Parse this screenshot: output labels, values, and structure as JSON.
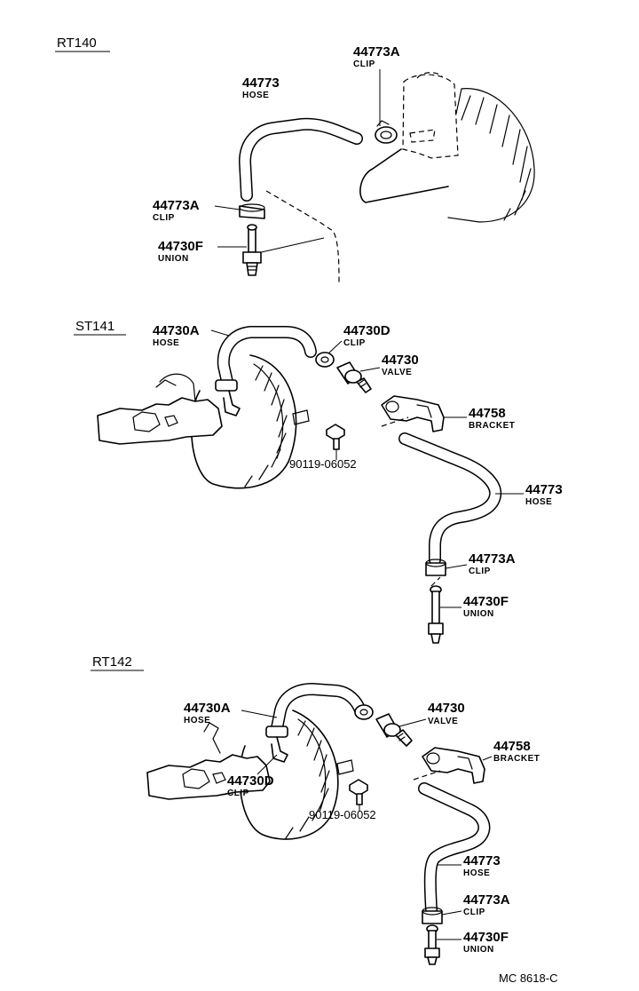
{
  "sections": [
    {
      "id": "rt140",
      "title": "RT140",
      "parts": [
        {
          "number": "44773A",
          "name": "CLIP"
        },
        {
          "number": "44773",
          "name": "HOSE"
        },
        {
          "number": "44773A",
          "name": "CLIP"
        },
        {
          "number": "44730F",
          "name": "UNION"
        }
      ]
    },
    {
      "id": "st141",
      "title": "ST141",
      "parts": [
        {
          "number": "44730A",
          "name": "HOSE"
        },
        {
          "number": "44730D",
          "name": "CLIP"
        },
        {
          "number": "44730",
          "name": "VALVE"
        },
        {
          "number": "44758",
          "name": "BRACKET"
        },
        {
          "number": "90119-06052",
          "name": ""
        },
        {
          "number": "44773",
          "name": "HOSE"
        },
        {
          "number": "44773A",
          "name": "CLIP"
        },
        {
          "number": "44730F",
          "name": "UNION"
        }
      ]
    },
    {
      "id": "rt142",
      "title": "RT142",
      "parts": [
        {
          "number": "44730A",
          "name": "HOSE"
        },
        {
          "number": "44730",
          "name": "VALVE"
        },
        {
          "number": "44758",
          "name": "BRACKET"
        },
        {
          "number": "44730D",
          "name": "CLIP"
        },
        {
          "number": "90119-06052",
          "name": ""
        },
        {
          "number": "44773",
          "name": "HOSE"
        },
        {
          "number": "44773A",
          "name": "CLIP"
        },
        {
          "number": "44730F",
          "name": "UNION"
        }
      ]
    }
  ],
  "catalog_code": "MC 8618-C"
}
